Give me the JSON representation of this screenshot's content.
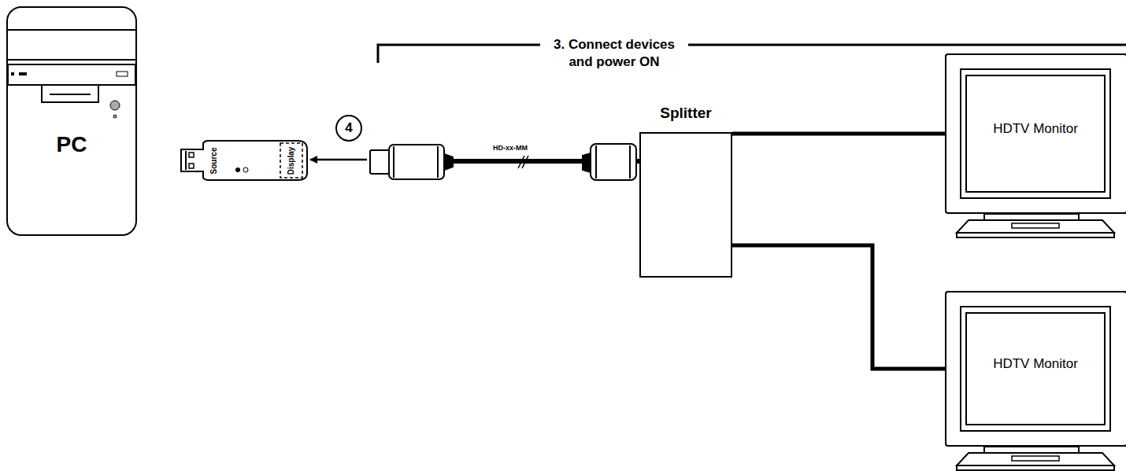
{
  "diagram": {
    "nodes": [
      {
        "text": [
          "PC"
        ]
      },
      {
        "text": [
          "Source",
          "Display"
        ]
      },
      {
        "text": [
          "Splitter"
        ]
      },
      {
        "text": [
          "HDTV Monitor"
        ]
      },
      {
        "text": [
          "HDTV Monitor"
        ]
      }
    ],
    "edges": [
      {
        "from": 2,
        "to": 1,
        "arrow": "to",
        "label": "HD-xx-MM"
      },
      {
        "from": 2,
        "to": 3,
        "arrow": "none"
      },
      {
        "from": 2,
        "to": 4,
        "arrow": "none"
      }
    ],
    "labels": [
      "3. Connect devices and power ON",
      "4"
    ]
  }
}
